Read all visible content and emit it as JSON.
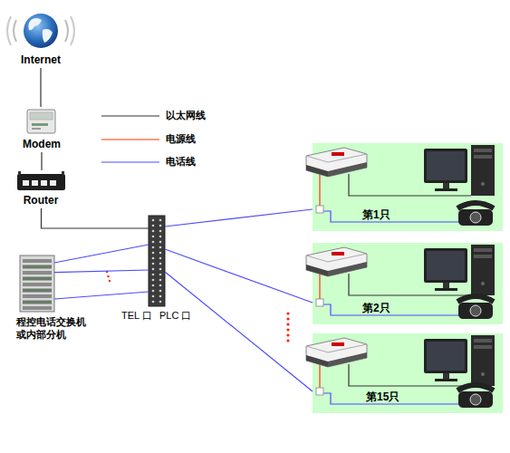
{
  "diagram": {
    "nodes": [
      {
        "text": [
          "Internet"
        ]
      },
      {
        "text": [
          "Modem"
        ]
      },
      {
        "text": [
          "Router"
        ]
      },
      {
        "text": [
          "程控电话交换机 或内部分机"
        ]
      },
      {
        "text": [
          "TEL 口",
          "PLC 口"
        ]
      },
      {
        "text": [
          "第1只"
        ]
      },
      {
        "text": [
          "第2只"
        ]
      },
      {
        "text": [
          "第15只"
        ]
      }
    ],
    "edges": [
      {
        "from": 0,
        "to": 1,
        "arrow": "none"
      },
      {
        "from": 1,
        "to": 2,
        "arrow": "none"
      },
      {
        "from": 2,
        "to": 4,
        "arrow": "none"
      },
      {
        "from": 3,
        "to": 4,
        "arrow": "none"
      },
      {
        "from": 4,
        "to": 5,
        "arrow": "none"
      },
      {
        "from": 4,
        "to": 6,
        "arrow": "none"
      },
      {
        "from": 4,
        "to": 7,
        "arrow": "none"
      }
    ],
    "legend": [
      {
        "text": "以太网线"
      },
      {
        "text": "电源线"
      },
      {
        "text": "电话线"
      }
    ]
  }
}
